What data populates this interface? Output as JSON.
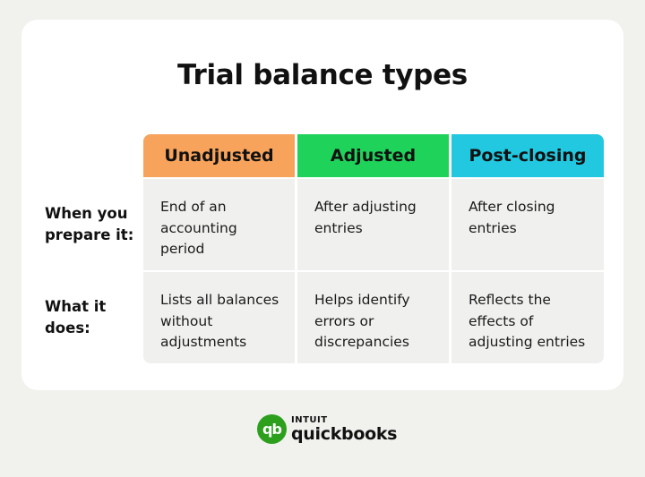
{
  "title": "Trial balance types",
  "columns": [
    {
      "label": "Unadjusted",
      "color": "#f7a35c"
    },
    {
      "label": "Adjusted",
      "color": "#1fd35a"
    },
    {
      "label": "Post-closing",
      "color": "#22c7e0"
    }
  ],
  "rows": [
    {
      "label": "When you\nprepare it:",
      "cells": [
        "End of an\naccounting\nperiod",
        "After adjusting\nentries",
        "After closing\nentries"
      ]
    },
    {
      "label": "What it\ndoes:",
      "cells": [
        "Lists all balances\nwithout\nadjustments",
        "Helps identify\nerrors or\ndiscrepancies",
        "Reflects the\neffects of\nadjusting entries"
      ]
    }
  ],
  "logo": {
    "mark": "qb",
    "brand_top": "INTUIT",
    "brand_bottom": "quickbooks",
    "color": "#2ca01c"
  }
}
